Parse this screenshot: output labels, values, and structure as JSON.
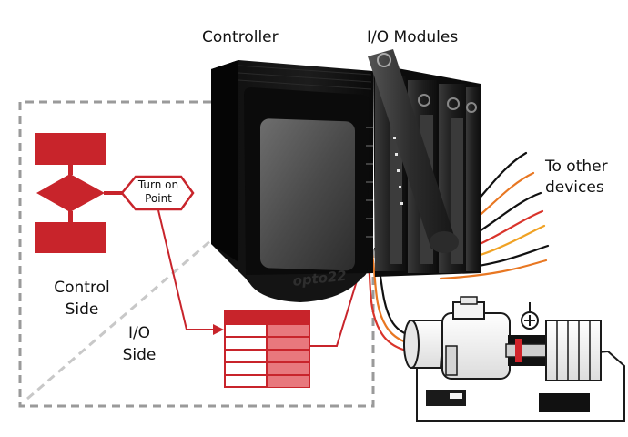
{
  "labels": {
    "controller": "Controller",
    "io_modules": "I/O Modules",
    "to_other_line1": "To other",
    "to_other_line2": "devices",
    "turn_on_line1": "Turn on",
    "turn_on_line2": "Point",
    "control_line1": "Control",
    "control_line2": "Side",
    "io_line1": "I/O",
    "io_line2": "Side",
    "brand": "opto22"
  },
  "colors": {
    "accent_red": "#c8242b",
    "pale_red": "#f1c6c8",
    "dashed_gray": "#9a9a9a",
    "device_black": "#151515",
    "machine_white": "#f2f2f2"
  }
}
